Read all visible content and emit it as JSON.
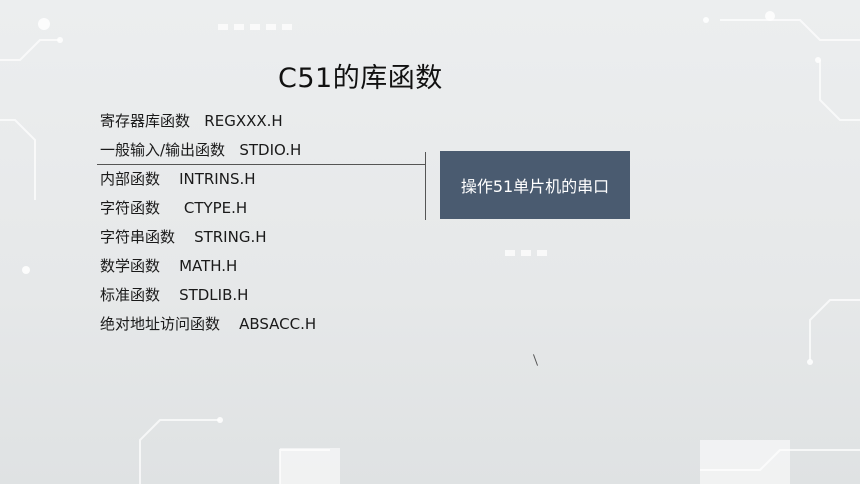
{
  "title": "C51的库函数",
  "libraries": [
    {
      "label": "寄存器库函数   REGXXX.H"
    },
    {
      "label": "一般输入/输出函数   STDIO.H"
    },
    {
      "label": "内部函数    INTRINS.H"
    },
    {
      "label": "字符函数     CTYPE.H"
    },
    {
      "label": "字符串函数    STRING.H"
    },
    {
      "label": "数学函数    MATH.H"
    },
    {
      "label": "标准函数    STDLIB.H"
    },
    {
      "label": "绝对地址访问函数    ABSACC.H"
    }
  ],
  "callout": {
    "label": "操作51单片机的串口"
  },
  "colors": {
    "callout_bg": "#4a5b70",
    "callout_text": "#ffffff"
  }
}
